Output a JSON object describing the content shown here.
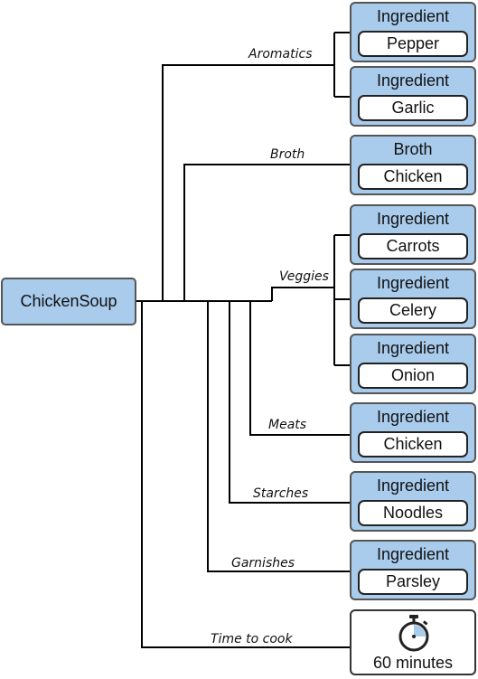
{
  "root": {
    "label": "ChickenSoup"
  },
  "branches": [
    {
      "label": "Aromatics",
      "items": [
        {
          "header": "Ingredient",
          "value": "Pepper"
        },
        {
          "header": "Ingredient",
          "value": "Garlic"
        }
      ]
    },
    {
      "label": "Broth",
      "items": [
        {
          "header": "Broth",
          "value": "Chicken"
        }
      ]
    },
    {
      "label": "Veggies",
      "items": [
        {
          "header": "Ingredient",
          "value": "Carrots"
        },
        {
          "header": "Ingredient",
          "value": "Celery"
        },
        {
          "header": "Ingredient",
          "value": "Onion"
        }
      ]
    },
    {
      "label": "Meats",
      "items": [
        {
          "header": "Ingredient",
          "value": "Chicken"
        }
      ]
    },
    {
      "label": "Starches",
      "items": [
        {
          "header": "Ingredient",
          "value": "Noodles"
        }
      ]
    },
    {
      "label": "Garnishes",
      "items": [
        {
          "header": "Ingredient",
          "value": "Parsley"
        }
      ]
    }
  ],
  "time": {
    "label": "Time to cook",
    "value": "60 minutes",
    "icon": "stopwatch-icon"
  },
  "colors": {
    "node_fill": "#a9cbec",
    "node_border": "#555555",
    "line": "#000000"
  }
}
